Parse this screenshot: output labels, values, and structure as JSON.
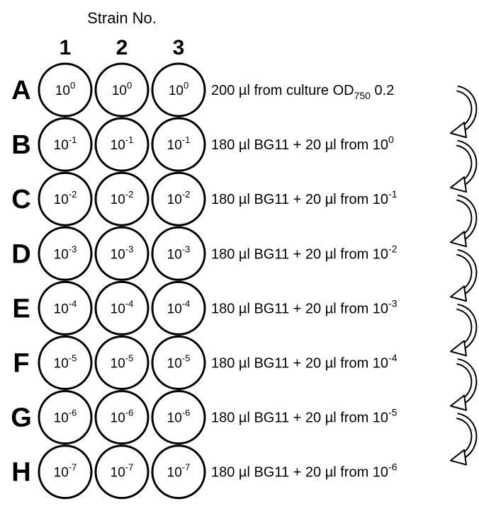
{
  "header": {
    "title": "Strain No."
  },
  "columns": [
    "1",
    "2",
    "3"
  ],
  "rows": [
    {
      "label": "A",
      "exp": "0",
      "desc": {
        "prefix": "200 µl from culture OD",
        "sub": "750",
        "suffix": " 0.2",
        "exp": ""
      }
    },
    {
      "label": "B",
      "exp": "-1",
      "desc": {
        "prefix": "180 µl BG11 + 20 µl from 10",
        "sub": "",
        "suffix": "",
        "exp": "0"
      }
    },
    {
      "label": "C",
      "exp": "-2",
      "desc": {
        "prefix": "180 µl BG11 + 20 µl from 10",
        "sub": "",
        "suffix": "",
        "exp": "-1"
      }
    },
    {
      "label": "D",
      "exp": "-3",
      "desc": {
        "prefix": "180 µl BG11 + 20 µl from 10",
        "sub": "",
        "suffix": "",
        "exp": "-2"
      }
    },
    {
      "label": "E",
      "exp": "-4",
      "desc": {
        "prefix": "180 µl BG11 + 20 µl from 10",
        "sub": "",
        "suffix": "",
        "exp": "-3"
      }
    },
    {
      "label": "F",
      "exp": "-5",
      "desc": {
        "prefix": "180 µl BG11 + 20 µl from 10",
        "sub": "",
        "suffix": "",
        "exp": "-4"
      }
    },
    {
      "label": "G",
      "exp": "-6",
      "desc": {
        "prefix": "180 µl BG11 + 20 µl from 10",
        "sub": "",
        "suffix": "",
        "exp": "-5"
      }
    },
    {
      "label": "H",
      "exp": "-7",
      "desc": {
        "prefix": "180 µl BG11 + 20 µl from 10",
        "sub": "",
        "suffix": "",
        "exp": "-6"
      }
    }
  ],
  "well_base": "10",
  "arrows": {
    "count": 7,
    "color": "#000000"
  }
}
